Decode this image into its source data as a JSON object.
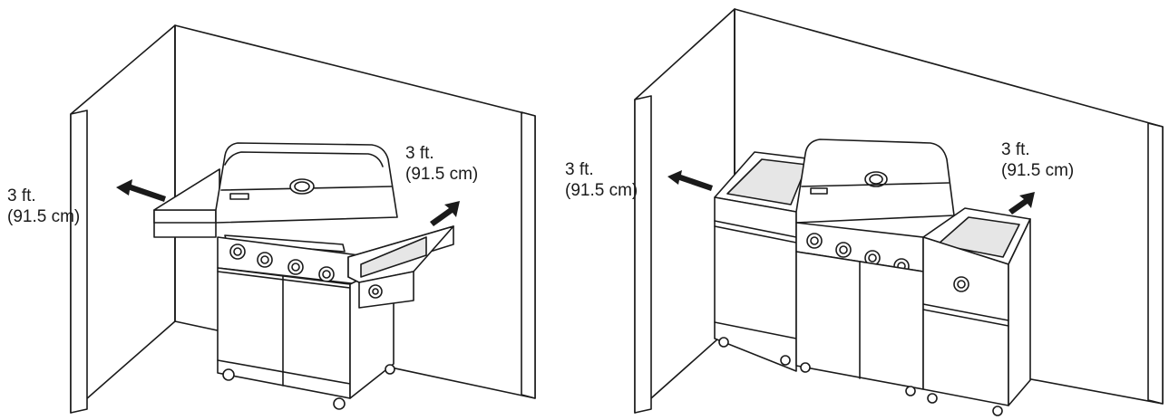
{
  "colors": {
    "line": "#1a1a1a",
    "fill": "#ffffff",
    "shade": "#e6e6e6",
    "arrow": "#1a1a1a"
  },
  "left_scene": {
    "label_left": {
      "line1": "3 ft.",
      "line2": "(91.5 cm)"
    },
    "label_right": {
      "line1": "3 ft.",
      "line2": "(91.5 cm)"
    }
  },
  "right_scene": {
    "label_left": {
      "line1": "3 ft.",
      "line2": "(91.5 cm)"
    },
    "label_right": {
      "line1": "3 ft.",
      "line2": "(91.5 cm)"
    }
  }
}
